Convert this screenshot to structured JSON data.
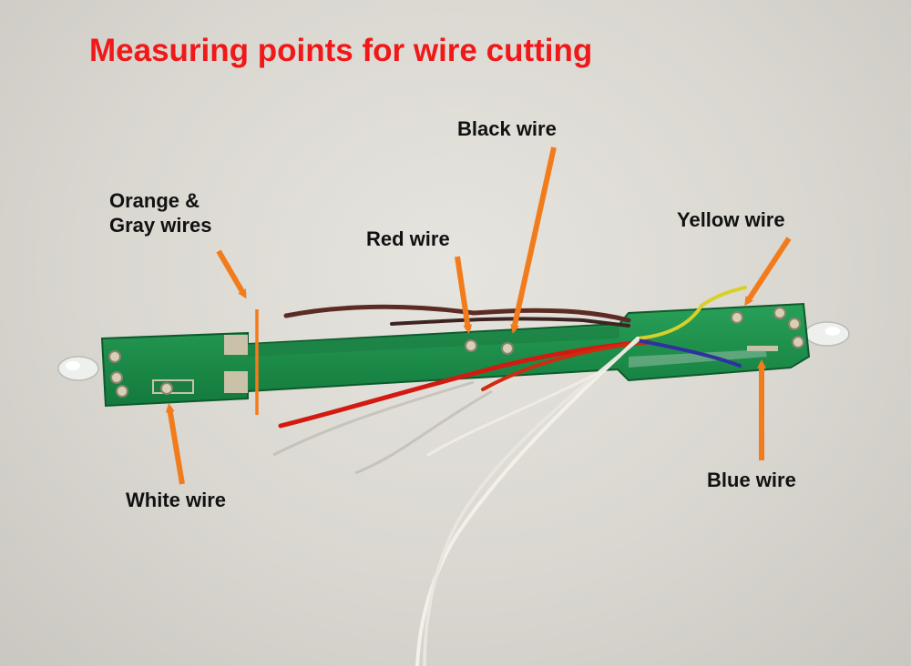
{
  "title": "Measuring points for wire cutting",
  "labels": {
    "orange_gray_line1": "Orange &",
    "orange_gray_line2": "Gray wires",
    "red": "Red wire",
    "black": "Black wire",
    "yellow": "Yellow wire",
    "white": "White wire",
    "blue": "Blue wire"
  },
  "colors": {
    "title": "#f01818",
    "arrow": "#f27c1c",
    "pcb": "#1e8a4a",
    "label_text": "#111111"
  }
}
